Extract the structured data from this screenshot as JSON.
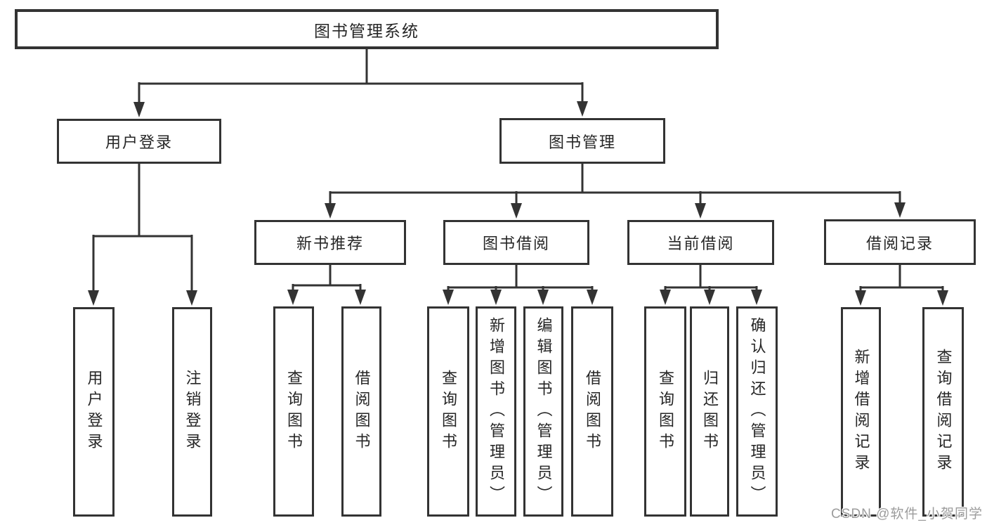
{
  "nodes": {
    "root": "图书管理系统",
    "userLogin": "用户登录",
    "bookMgmt": "图书管理",
    "login": "用户登录",
    "logout": "注销登录",
    "newBookRec": "新书推荐",
    "bookBorrow": "图书借阅",
    "currentBorrow": "当前借阅",
    "borrowRecords": "借阅记录",
    "nbrQuery": "查询图书",
    "nbrBorrow": "借阅图书",
    "bbQuery": "查询图书",
    "bbAdd": "新增图书（管理员）",
    "bbEdit": "编辑图书（管理员）",
    "bbBorrow": "借阅图书",
    "cbQuery": "查询图书",
    "cbReturn": "归还图书",
    "cbConfirm": "确认归还（管理员）",
    "brAdd": "新增借阅记录",
    "brQuery": "查询借阅记录"
  },
  "hierarchy": {
    "root": "图书管理系统",
    "branches": [
      {
        "label": "用户登录",
        "children": [
          "用户登录",
          "注销登录"
        ]
      },
      {
        "label": "图书管理",
        "children": [
          {
            "label": "新书推荐",
            "children": [
              "查询图书",
              "借阅图书"
            ]
          },
          {
            "label": "图书借阅",
            "children": [
              "查询图书",
              "新增图书（管理员）",
              "编辑图书（管理员）",
              "借阅图书"
            ]
          },
          {
            "label": "当前借阅",
            "children": [
              "查询图书",
              "归还图书",
              "确认归还（管理员）"
            ]
          },
          {
            "label": "借阅记录",
            "children": [
              "新增借阅记录",
              "查询借阅记录"
            ]
          }
        ]
      }
    ]
  },
  "watermark": "CSDN @软件_小贺同学",
  "colors": {
    "line": "#333333",
    "text": "#262626",
    "watermark": "#9c9c9c",
    "background": "#ffffff"
  }
}
